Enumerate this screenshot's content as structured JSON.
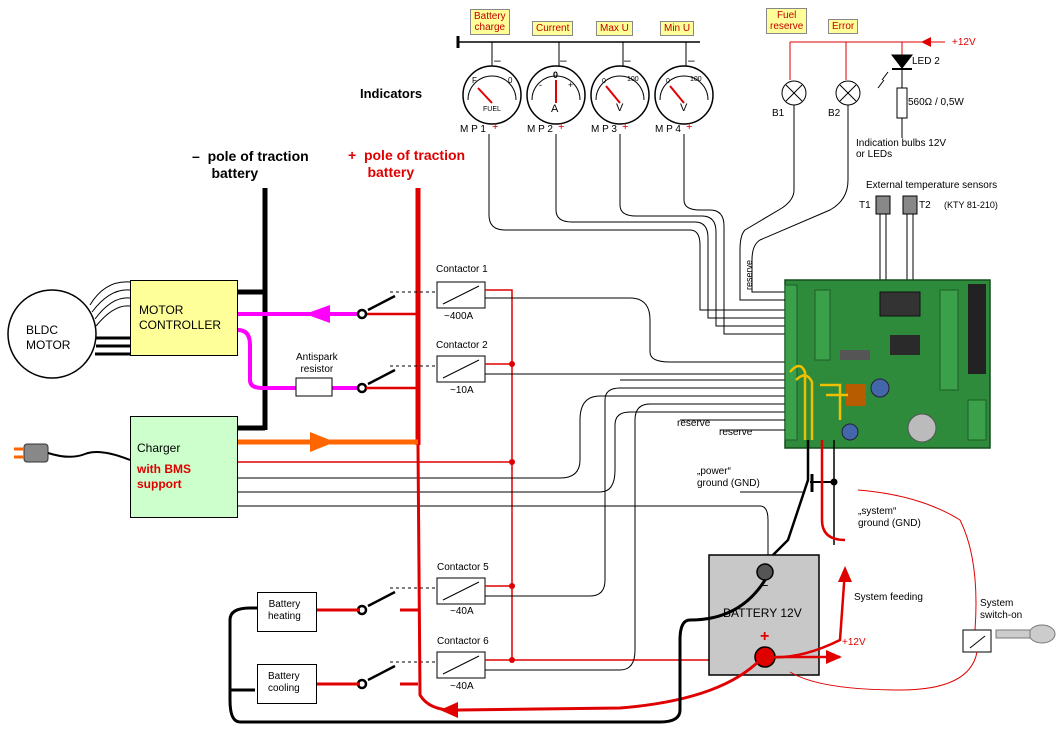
{
  "indicators": {
    "title": "Indicators",
    "meters": [
      {
        "tag": "Battery\ncharge",
        "id": "M P 1",
        "scale_left": "F",
        "scale_right": "0",
        "unit": "FUEL"
      },
      {
        "tag": "Current",
        "id": "M P 2",
        "scale_left": "-",
        "scale_mid": "0",
        "scale_right": "+",
        "unit": "A"
      },
      {
        "tag": "Max U",
        "id": "M P 3",
        "scale_left": "0",
        "scale_right": "100",
        "unit": "V"
      },
      {
        "tag": "Min U",
        "id": "M P 4",
        "scale_left": "0",
        "scale_right": "100",
        "unit": "V"
      }
    ],
    "minus_sign": "–",
    "plus_sign": "+"
  },
  "signals": {
    "fuel_reserve": "Fuel\nreserve",
    "error": "Error",
    "plus12v_top": "+12V",
    "led2": "LED 2",
    "resistor": "560Ω / 0,5W",
    "b1": "B1",
    "b2": "B2",
    "bulbs_note": "Indication bulbs 12V\nor LEDs"
  },
  "sensors": {
    "title": "External temperature sensors",
    "t1": "T1",
    "t2": "T2",
    "model": "(KTY 81-210)"
  },
  "traction": {
    "minus_pole": "–  pole of traction\n     battery",
    "plus_pole": "+  pole of traction\n     battery"
  },
  "motor": {
    "bldc": "BLDC\nMOTOR",
    "controller": "MOTOR\nCONTROLLER"
  },
  "charger": {
    "title": "Charger",
    "subtitle": "with BMS\nsupport"
  },
  "contactors": [
    {
      "name": "Contactor 1",
      "rating": "~400A"
    },
    {
      "name": "Contactor 2",
      "rating": "~10A"
    },
    {
      "name": "Contactor  5",
      "rating": "~40A"
    },
    {
      "name": "Contactor  6",
      "rating": "~40A"
    }
  ],
  "antispark": "Antispark\nresistor",
  "reserve_labels": {
    "vertical": "reserve",
    "r1": "reserve",
    "r2": "reserve"
  },
  "grounds": {
    "power": "„power“\nground (GND)",
    "system": "„system“\nground (GND)"
  },
  "battery12": {
    "label": "BATTERY 12V",
    "plus": "+",
    "minus": "–"
  },
  "system_feeding": "System feeding",
  "plus12v_bottom": "+12V",
  "switch": "System\nswitch-on",
  "battery_heating": "Battery\nheating",
  "battery_cooling": "Battery\ncooling",
  "colors": {
    "red": "#e00000",
    "magenta": "#ff00ff",
    "orange": "#ff6600",
    "black": "#000000",
    "pcb_green": "#2e8b3c",
    "controller_fill": "#ffff99",
    "charger_fill": "#ccffcc",
    "battery_fill": "#c8c8c8"
  }
}
